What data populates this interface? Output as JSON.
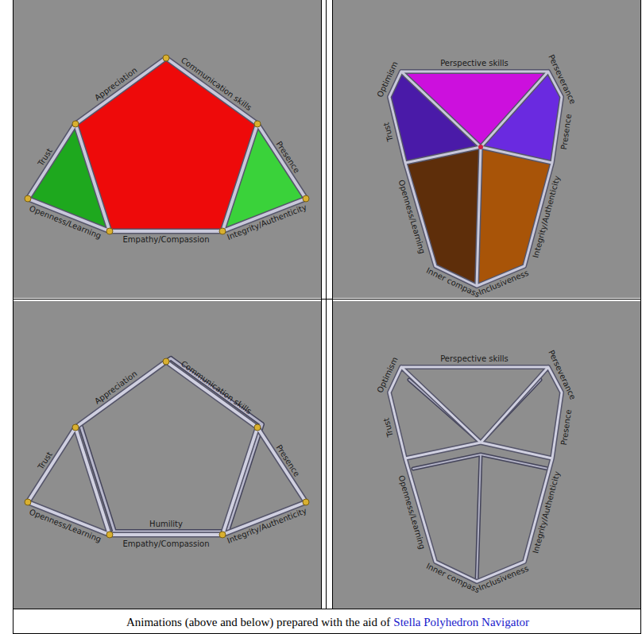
{
  "diagram": {
    "caption": "Animations (above and below) prepared with the aid of",
    "labels": [
      "Communication skills",
      "Appreciation",
      "Presence",
      "Trust",
      "Openness/Learning",
      "Empathy/Compassion",
      "Integrity/Authenticity",
      "Perspective skills",
      "Optimism",
      "Perseverance",
      "Trust",
      "Presence",
      "Openness/Learning",
      "Integrity/Authenticity",
      "Inner compass",
      "Inclusiveness",
      "Communication skills",
      "Appreciation",
      "Trust",
      "Presence",
      "Openness/Learning",
      "Empathy/Compassion",
      "Integrity/Authenticity",
      "Humility",
      "Perspective skills",
      "Optimism",
      "Perseverance",
      "Trust",
      "Presence",
      "Openness/Learning",
      "Integrity/Authenticity",
      "Inner compass",
      "Inclusiveness",
      "Stella Polyhedron Navigator"
    ]
  }
}
